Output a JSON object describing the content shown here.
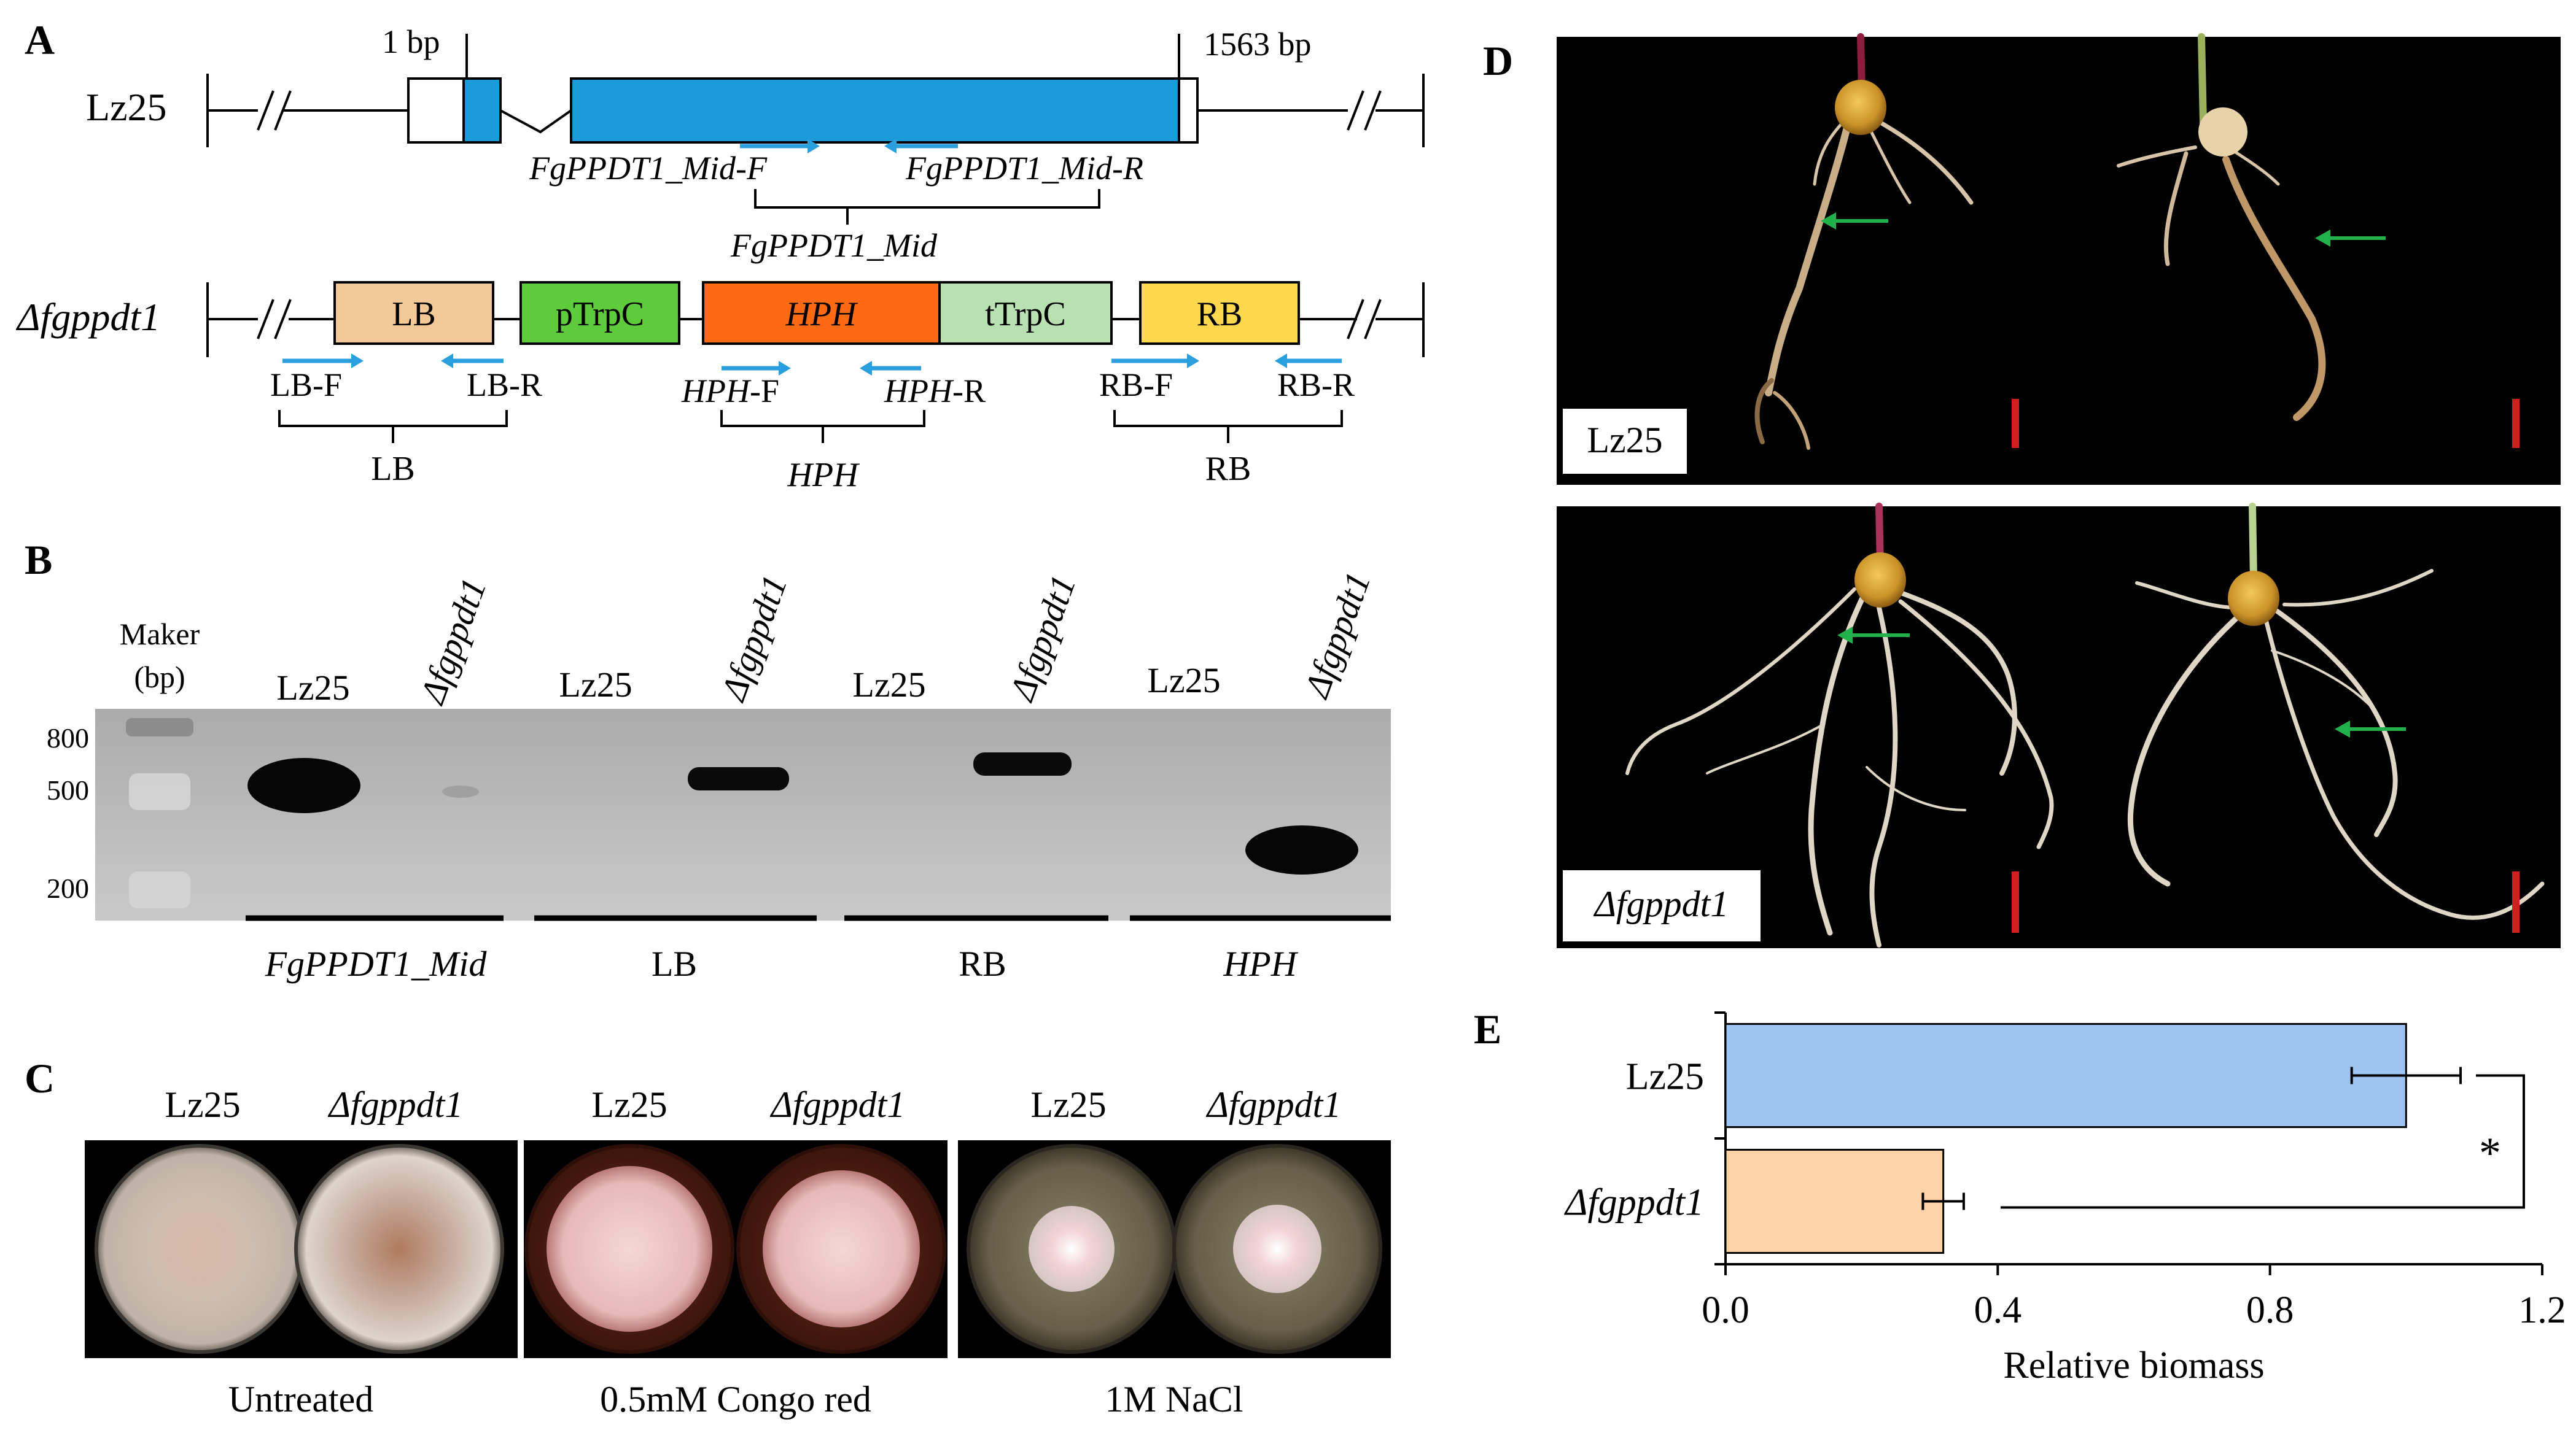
{
  "panels": {
    "a": "A",
    "b": "B",
    "c": "C",
    "d": "D",
    "e": "E"
  },
  "panel_a": {
    "wt_label": "Lz25",
    "mut_label": "Δfgppdt1",
    "bp_start": "1 bp",
    "bp_end": "1563 bp",
    "primer_mid_f": "FgPPDT1_Mid-F",
    "primer_mid_r": "FgPPDT1_Mid-R",
    "mid_product": "FgPPDT1_Mid",
    "cassette": [
      "LB",
      "pTrpC",
      "HPH",
      "tTrpC",
      "RB"
    ],
    "primer_lb_f": "LB-F",
    "primer_lb_r": "LB-R",
    "primer_hph_f": "HPH-F",
    "primer_hph_r": "HPH-R",
    "primer_rb_f": "RB-F",
    "primer_rb_r": "RB-R",
    "product_lb": "LB",
    "product_hph": "HPH",
    "product_rb": "RB",
    "colors": {
      "gene": "#1a9ad8",
      "lb": "#f2c896",
      "ptrpc": "#5ecb3c",
      "hph": "#ff6a13",
      "ttrpc": "#b8e0b0",
      "rb": "#ffd84e",
      "primer_arrow": "#2a9fde"
    }
  },
  "panel_b": {
    "marker_label": "Maker",
    "marker_unit": "(bp)",
    "ladder": [
      "800",
      "500",
      "200"
    ],
    "lanes": [
      "Lz25",
      "Δfgppdt1",
      "Lz25",
      "Δfgppdt1",
      "Lz25",
      "Δfgppdt1",
      "Lz25",
      "Δfgppdt1"
    ],
    "groups": [
      "FgPPDT1_Mid",
      "LB",
      "RB",
      "HPH"
    ]
  },
  "panel_c": {
    "plate_labels": [
      "Lz25",
      "Δfgppdt1",
      "Lz25",
      "Δfgppdt1",
      "Lz25",
      "Δfgppdt1"
    ],
    "conditions": [
      "Untreated",
      "0.5mM Congo red",
      "1M NaCl"
    ]
  },
  "panel_d": {
    "top_label": "Lz25",
    "bottom_label": "Δfgppdt1"
  },
  "chart_data": {
    "type": "bar",
    "orientation": "horizontal",
    "categories": [
      "Lz25",
      "Δfgppdt1"
    ],
    "values": [
      1.0,
      0.32
    ],
    "errors": [
      0.08,
      0.03
    ],
    "xlabel": "Relative biomass",
    "xlim": [
      0.0,
      1.2
    ],
    "xticks": [
      "0.0",
      "0.4",
      "0.8",
      "1.2"
    ],
    "significance": "*",
    "colors": [
      "#9ec5f2",
      "#fcd2a6"
    ]
  }
}
